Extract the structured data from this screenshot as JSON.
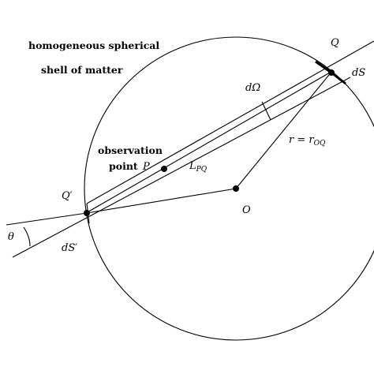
{
  "caption_line1": "homogeneous spherical",
  "caption_line2": "shell of matter",
  "obs_line1": "observation",
  "obs_line2": "point",
  "label_P": "P",
  "label_Q": "Q",
  "label_Qprime": "Q′",
  "label_O": "O",
  "label_dS": "dS",
  "label_dSprime": "dS′",
  "label_dOmega": "dΩ",
  "label_theta": "θ",
  "label_LPQ_main": "L",
  "label_LPQ_sub": "PQ",
  "label_r_eq": "r = r",
  "label_r_sub": "OQ"
}
